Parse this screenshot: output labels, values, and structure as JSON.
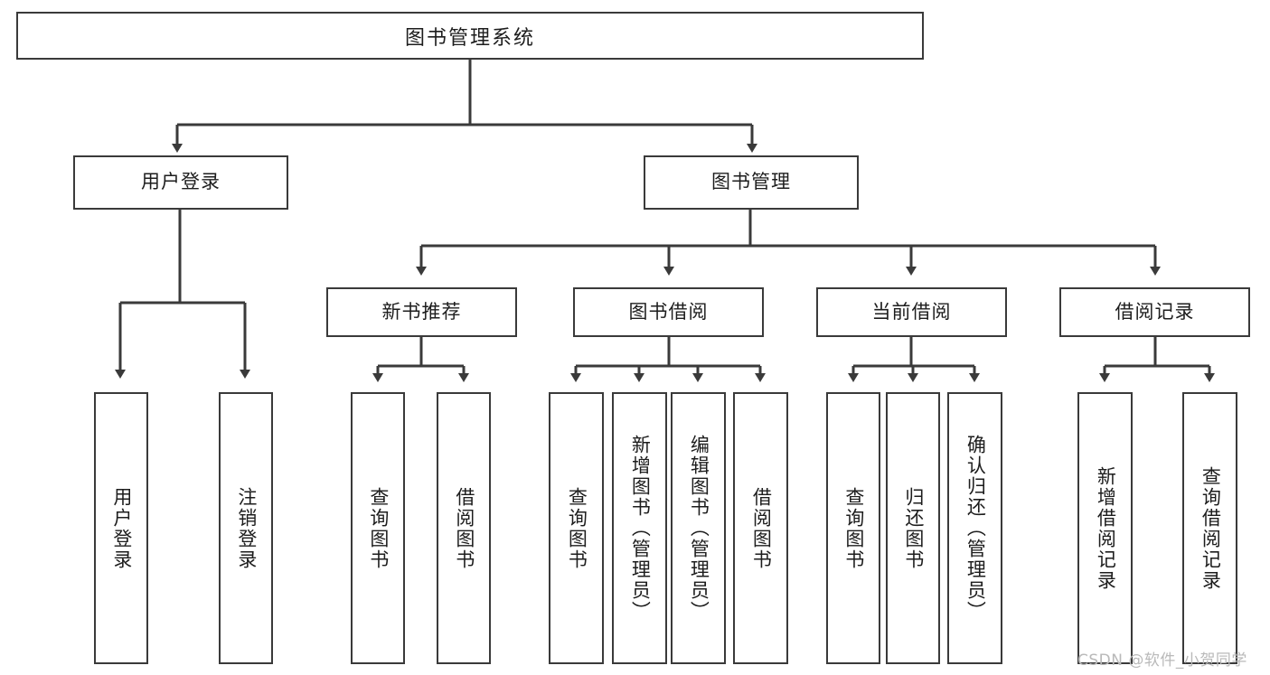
{
  "diagram": {
    "title": "图书管理系统",
    "type": "tree-hierarchy-diagram",
    "colors": {
      "box_border": "#3a3a3a",
      "box_fill": "#ffffff",
      "connector": "#3a3a3a",
      "text": "#1d1d1d",
      "background": "#ffffff",
      "watermark": "#b9b9b9"
    },
    "root": {
      "label": "图书管理系统"
    },
    "level2": [
      {
        "id": "user-login",
        "label": "用户登录"
      },
      {
        "id": "book-management",
        "label": "图书管理"
      }
    ],
    "level3": [
      {
        "id": "new-book-recommend",
        "label": "新书推荐"
      },
      {
        "id": "book-borrow",
        "label": "图书借阅"
      },
      {
        "id": "current-borrow",
        "label": "当前借阅"
      },
      {
        "id": "borrow-record",
        "label": "借阅记录"
      }
    ],
    "leaves": {
      "user_login": [
        {
          "id": "leaf-user-login",
          "label": "用户登录"
        },
        {
          "id": "leaf-logout-login",
          "label": "注销登录"
        }
      ],
      "new_book_recommend": [
        {
          "id": "leaf-query-book-1",
          "label": "查询图书"
        },
        {
          "id": "leaf-borrow-book-1",
          "label": "借阅图书"
        }
      ],
      "book_borrow": [
        {
          "id": "leaf-query-book-2",
          "label": "查询图书"
        },
        {
          "id": "leaf-add-book",
          "label": "新增图书（管理员）"
        },
        {
          "id": "leaf-edit-book",
          "label": "编辑图书（管理员）"
        },
        {
          "id": "leaf-borrow-book-2",
          "label": "借阅图书"
        }
      ],
      "current_borrow": [
        {
          "id": "leaf-query-book-3",
          "label": "查询图书"
        },
        {
          "id": "leaf-return-book",
          "label": "归还图书"
        },
        {
          "id": "leaf-confirm-return",
          "label": "确认归还（管理员）"
        }
      ],
      "borrow_record": [
        {
          "id": "leaf-add-borrow-record",
          "label": "新增借阅记录"
        },
        {
          "id": "leaf-query-borrow-record",
          "label": "查询借阅记录"
        }
      ]
    },
    "watermark": "CSDN @软件_小贺同学"
  }
}
